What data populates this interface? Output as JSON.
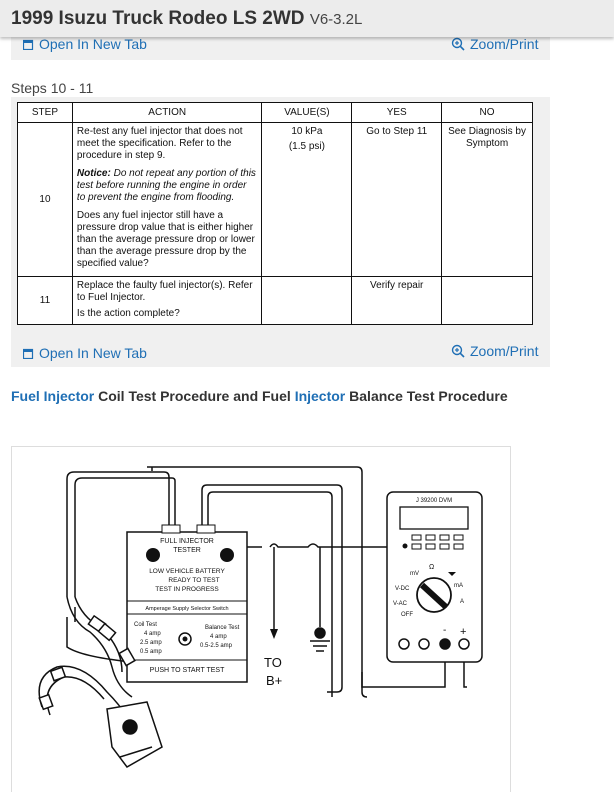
{
  "header": {
    "title": "1999 Isuzu Truck Rodeo LS 2WD",
    "engine": "V6-3.2L"
  },
  "links": {
    "open_new_tab": "Open In New Tab",
    "zoom_print": "Zoom/Print"
  },
  "steps_label": "Steps 10 - 11",
  "table": {
    "columns": [
      "STEP",
      "ACTION",
      "VALUE(S)",
      "YES",
      "NO"
    ],
    "rows": [
      {
        "step": "10",
        "action_1": "Re-test any fuel injector that does not meet the specification. Refer to the procedure in step 9.",
        "notice_label": "Notice:",
        "notice_text": "Do not repeat any portion of this test before running the engine in order to prevent the engine from flooding.",
        "action_2": "Does any fuel injector still have a pressure drop value that is either higher than the average pressure drop or lower than the average pressure drop by the specified value?",
        "value_1": "10 kPa",
        "value_2": "(1.5 psi)",
        "yes": "Go to Step 11",
        "no": "See Diagnosis by Symptom"
      },
      {
        "step": "11",
        "action_1": "Replace the faulty fuel injector(s). Refer to Fuel Injector.",
        "action_2": "Is the action complete?",
        "value": "",
        "yes": "Verify repair",
        "no": ""
      }
    ]
  },
  "section_heading": {
    "part1": "Fuel Injector",
    "part2": " Coil Test Procedure and Fuel ",
    "part3": "Injector",
    "part4": " Balance Test Procedure"
  },
  "diagram": {
    "tester_title_1": "FULL INJECTOR",
    "tester_title_2": "TESTER",
    "status_1": "LOW VEHICLE BATTERY",
    "status_2": "READY TO TEST",
    "status_3": "TEST IN PROGRESS",
    "amperage_label": "Amperage Supply Selector Switch",
    "coil_test_label": "Coil Test",
    "coil_1": "4 amp",
    "coil_2": "2.5 amp",
    "coil_3": "0.5 amp",
    "balance_label": "Balance Test",
    "balance_1": "4 amp",
    "balance_2": "0.5-2.5 amp",
    "push_label": "PUSH TO START TEST",
    "to_label": "TO",
    "b_label": "B+",
    "dvm_label": "J 39200 DVM",
    "mv": "mV",
    "vdc": "V-DC",
    "vac": "V-AC",
    "off": "OFF",
    "ma": "mA",
    "a": "A",
    "ohm": "Ω",
    "minus": "-",
    "plus": "+"
  }
}
